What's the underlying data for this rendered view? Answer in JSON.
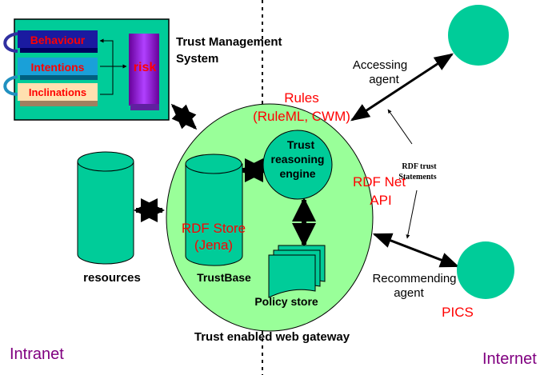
{
  "colors": {
    "teal": "#00cc99",
    "gateway": "#99ff99",
    "label_red": "#ff0000",
    "zone_label": "#800080"
  },
  "tms": {
    "title_line1": "Trust Management",
    "title_line2": "System",
    "layers": [
      "Behaviour",
      "Intentions",
      "Inclinations"
    ],
    "risk": "risk"
  },
  "gateway": {
    "title": "Trust enabled web gateway",
    "rules_line1": "Rules",
    "rules_line2": "(RuleML, CWM)",
    "engine_line1": "Trust",
    "engine_line2": "reasoning",
    "engine_line3": "engine",
    "store_line1": "RDF Store",
    "store_line2": "(Jena)",
    "trustbase": "TrustBase",
    "policy": "Policy store",
    "netapi_line1": "RDF Net",
    "netapi_line2": "API"
  },
  "resources": "resources",
  "agents": {
    "accessing_line1": "Accessing",
    "accessing_line2": "agent",
    "recommending_line1": "Recommending",
    "recommending_line2": "agent",
    "pics": "PICS",
    "rdf_line1": "RDF trust",
    "rdf_line2": "Statements"
  },
  "zones": {
    "intranet": "Intranet",
    "internet": "Internet"
  }
}
